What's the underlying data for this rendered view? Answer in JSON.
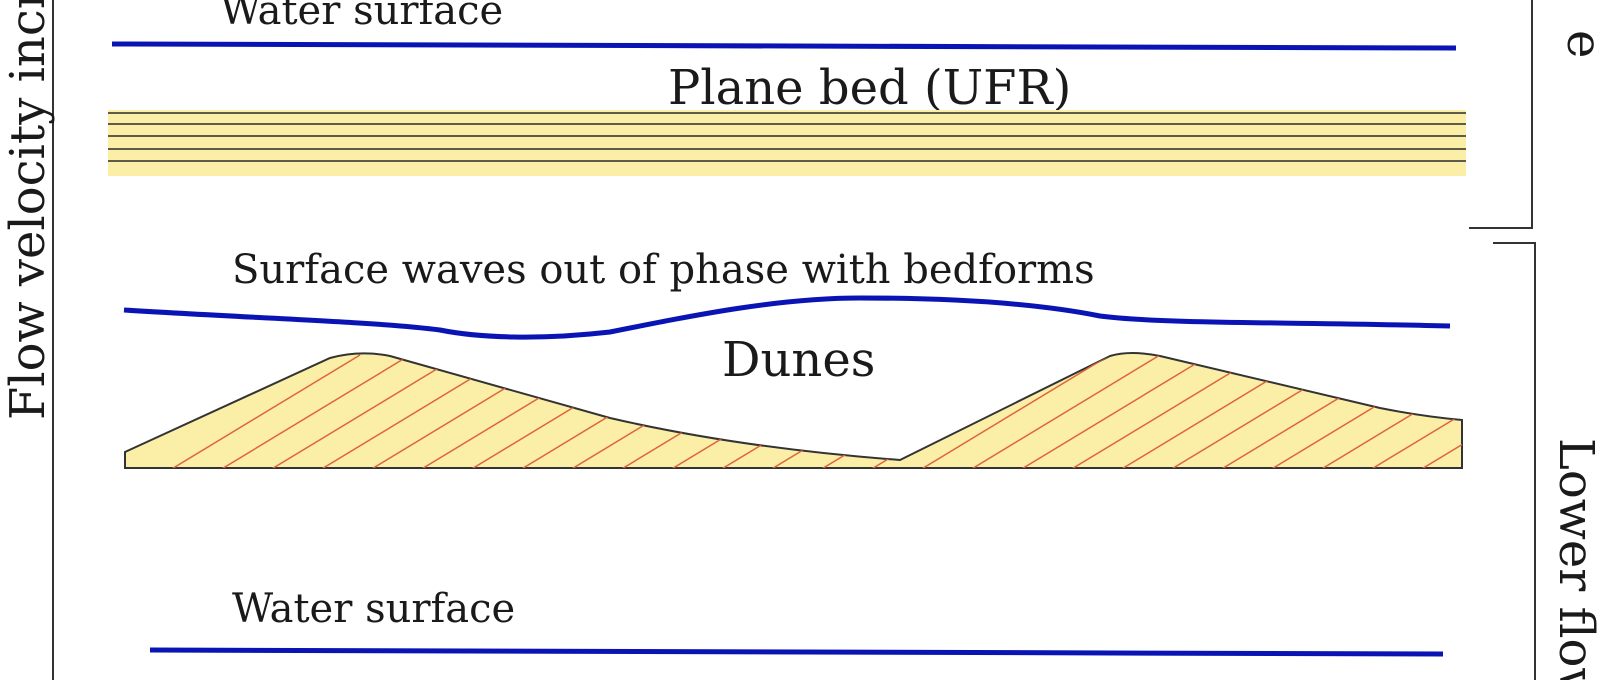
{
  "diagram": {
    "left_axis_label": "Flow velocity increa",
    "right_axis_upper_label": "e",
    "right_axis_lower_label": "Lower flow",
    "panels": [
      {
        "bedform": "Plane bed (UFR)",
        "water_surface_label": "Water surface"
      },
      {
        "bedform": "Dunes",
        "water_surface_label": "Surface waves out of phase with bedforms"
      },
      {
        "water_surface_label": "Water surface"
      }
    ]
  },
  "colors": {
    "water_line": "#0a14b4",
    "sediment_fill": "#fbefa8",
    "lamina_line": "#2a2a2a",
    "cross_bedding": "#e0643c",
    "outline": "#333333",
    "text": "#1a1a1a"
  }
}
